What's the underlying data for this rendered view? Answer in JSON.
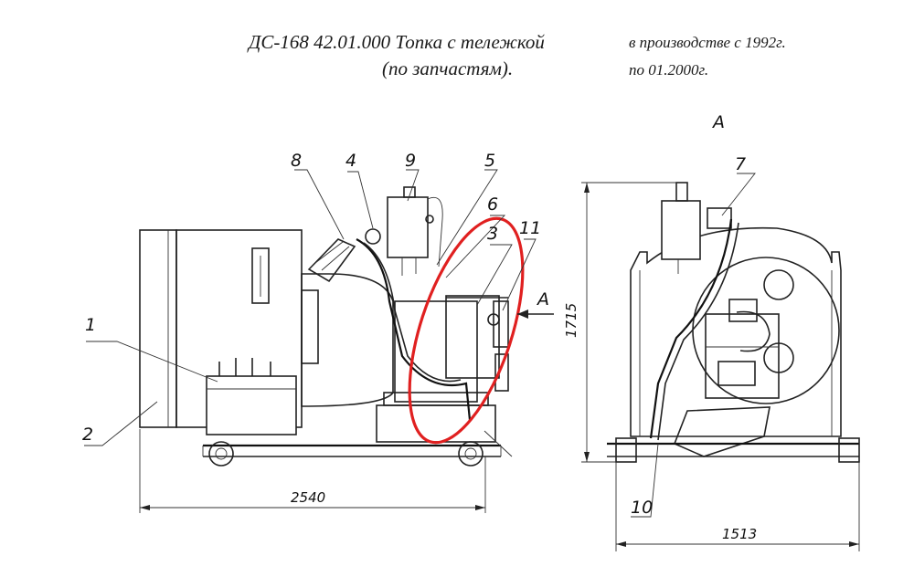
{
  "header": {
    "title": "ДС-168 42.01.000 Топка с тележкой",
    "subtitle": "(по запчастям).",
    "production_line1": "в производстве с 1992г.",
    "production_line2": "по 01.2000г."
  },
  "views": {
    "view_label": "A",
    "arrow_label": "A"
  },
  "callouts": {
    "c1": "1",
    "c2": "2",
    "c3": "3",
    "c4": "4",
    "c5": "5",
    "c6": "6",
    "c7": "7",
    "c8": "8",
    "c9": "9",
    "c10": "10",
    "c11": "11"
  },
  "dimensions": {
    "length": "2540",
    "width": "1513",
    "height": "1715"
  },
  "highlight_color": "#e02020"
}
